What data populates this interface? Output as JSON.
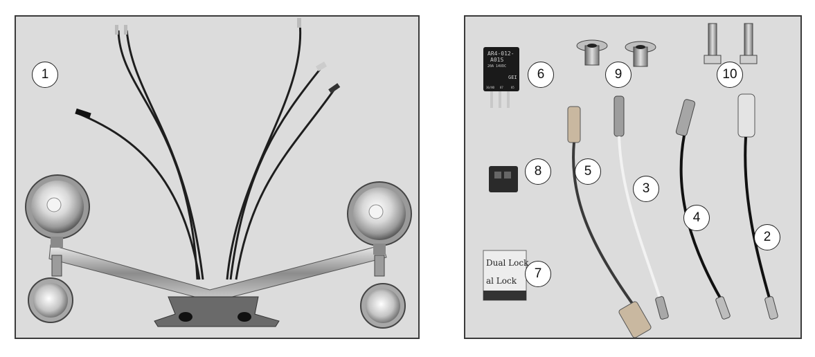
{
  "panels": {
    "left": {
      "callouts": [
        "1"
      ]
    },
    "right": {
      "callouts": [
        "6",
        "9",
        "10",
        "5",
        "3",
        "4",
        "2",
        "8",
        "7"
      ]
    }
  },
  "relay": {
    "line1": "AR4-012-",
    "line2": "A01S",
    "line3": "20A 14VDC",
    "brand": "GEI",
    "pin_a": "30/NO",
    "pin_b": "87",
    "pin_c": "85"
  },
  "tape": {
    "line1": "Dual Lock",
    "line2": "al Lock"
  },
  "colors": {
    "background": "#dcdcdc",
    "frame": "#3a3a3a",
    "chrome": "#b8b8b8",
    "wire": "#1e1e1e"
  }
}
